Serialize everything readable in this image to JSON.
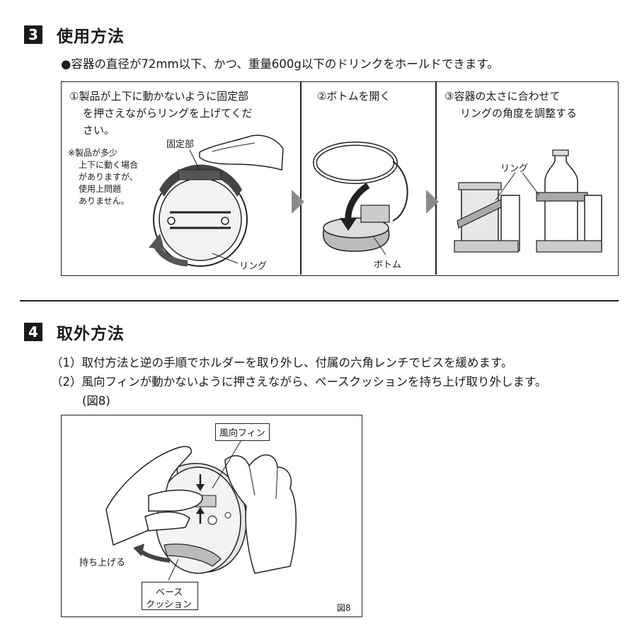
{
  "section3": {
    "number": "3",
    "title": "使用方法",
    "intro": "●容器の直径が72mm以下、かつ、重量600g以下のドリンクをホールドできます。",
    "step1": {
      "line1": "①製品が上下に動かないように固定部",
      "line2": "を押さえながらリングを上げてくだ",
      "line3": "さい。",
      "note1": "※製品が多少",
      "note2": "上下に動く場合",
      "note3": "がありますが、",
      "note4": "使用上問題",
      "note5": "ありません。",
      "label_fixed": "固定部",
      "label_ring": "リング"
    },
    "step2": {
      "title": "②ボトムを開く",
      "label_bottom": "ボトム"
    },
    "step3": {
      "line1": "③容器の太さに合わせて",
      "line2": "リングの角度を調整する",
      "label_ring": "リング"
    }
  },
  "section4": {
    "number": "4",
    "title": "取外方法",
    "item1": "（1）取付方法と逆の手順でホルダーを取り外し、付属の六角レンチでビスを緩めます。",
    "item2": "（2）風向フィンが動かないように押さえながら、ベースクッションを持ち上げ取り外します。",
    "item2_cont": "(図8)",
    "figure": {
      "label_fin": "風向フィン",
      "label_lift": "持ち上げる",
      "label_base1": "ベース",
      "label_base2": "クッション",
      "caption": "図8"
    }
  }
}
